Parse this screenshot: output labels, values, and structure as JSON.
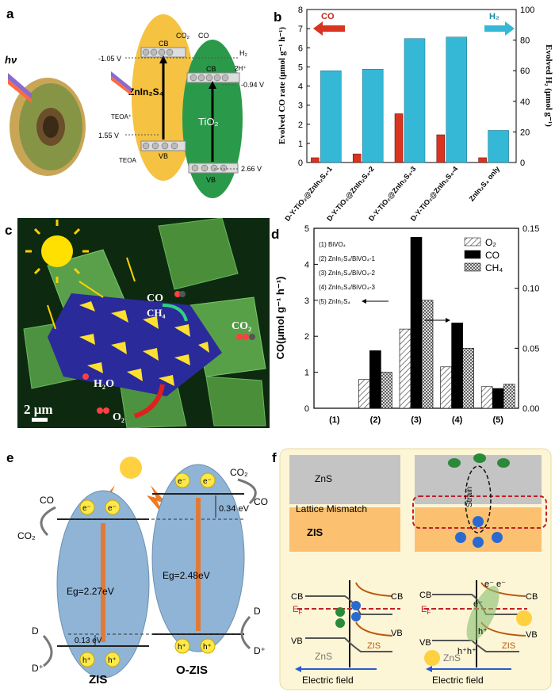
{
  "panels": {
    "a": {
      "label": "a",
      "hv": "hν",
      "v1": "-1.05 V",
      "v2": "1.55 V",
      "v3": "-0.94 V",
      "v4": "2.66 V",
      "co2": "CO₂",
      "co": "CO",
      "h2": "H₂",
      "h2plus": "2H⁺",
      "zis": "ZnIn₂S₄",
      "tio2": "TiO₂",
      "teoa_star": "TEOA⁺",
      "teoa": "TEOA",
      "cb": "CB",
      "vb": "VB"
    },
    "b": {
      "label": "b",
      "ylabel_left": "Evolved CO rate (μmol g⁻¹ h⁻¹)",
      "ylabel_right": "Evolved H₂ (μmol g⁻¹)",
      "arrow_co": "CO",
      "arrow_h2": "H₂"
    },
    "c": {
      "label": "c",
      "co": "CO",
      "ch4": "CH₄",
      "co2": "CO₂",
      "h2o": "H₂O",
      "o2": "O₂",
      "scale": "2 μm"
    },
    "d": {
      "label": "d",
      "ylabel": "CO(μmol g⁻¹ h⁻¹)",
      "items": [
        "(1) BiVO₄",
        "(2) ZnIn₂S₄/BiVO₄-1",
        "(3) ZnIn₂S₄/BiVO₄-2",
        "(4) ZnIn₂S₄/BiVO₄-3",
        "(5) ZnIn₂S₄"
      ]
    },
    "e": {
      "label": "e",
      "co2_left": "CO₂",
      "co_left": "CO",
      "co2_right": "CO₂",
      "co_right": "CO",
      "eg1": "Eg=2.27eV",
      "eg2": "Eg=2.48eV",
      "dv1": "0.34 eV",
      "dv2": "0.13 eV",
      "d_left": "D",
      "dplus_left": "D⁺",
      "d_right": "D",
      "dplus_right": "D⁺",
      "zis": "ZIS",
      "ozis": "O-ZIS",
      "e": "e⁻",
      "h": "h⁺"
    },
    "f": {
      "label": "f",
      "zns_top": "ZnS",
      "mismatch": "Lattice Mismatch",
      "zis_top": "ZIS",
      "strain": "Strain",
      "cb_l1": "CB",
      "cb_l2": "CB",
      "ef_l": "E",
      "ef_sub": "F",
      "vb_l1": "VB",
      "zis_l": "ZIS",
      "vb_l2": "VB",
      "zns_l": "ZnS",
      "efield_l": "Electric field",
      "cb_r1": "CB",
      "cb_r2": "CB",
      "ef_r": "E",
      "vb_r1": "VB",
      "zis_r": "ZIS",
      "vb_r2": "VB",
      "zns_r": "ZnS",
      "efield_r": "Electric field",
      "hh": "h⁺h⁺",
      "ee": "e⁻ e⁻",
      "e1": "e⁻",
      "h1": "h⁺"
    }
  },
  "chart_data": [
    {
      "type": "bar",
      "panel": "b",
      "categories": [
        "D-Y-TiO₂@ZnIn₂S₄-1",
        "D-Y-TiO₂@ZnIn₂S₄-2",
        "D-Y-TiO₂@ZnIn₂S₄-3",
        "D-Y-TiO₂@ZnIn₂S₄-4",
        "ZnIn₂S₄ only"
      ],
      "series": [
        {
          "name": "CO",
          "axis": "left",
          "values": [
            0.25,
            0.45,
            2.55,
            1.45,
            0.25
          ],
          "color": "#d9341f"
        },
        {
          "name": "H₂",
          "axis": "right",
          "values": [
            60,
            61,
            81,
            82,
            21
          ],
          "color": "#35b8d6"
        }
      ],
      "ylim_left": [
        0,
        8
      ],
      "ylim_right": [
        0,
        100
      ],
      "yticks_left": [
        "0",
        "1",
        "2",
        "3",
        "4",
        "5",
        "6",
        "7",
        "8"
      ],
      "yticks_right": [
        "0",
        "20",
        "40",
        "60",
        "80",
        "100"
      ]
    },
    {
      "type": "bar",
      "panel": "d",
      "categories": [
        "(1)",
        "(2)",
        "(3)",
        "(4)",
        "(5)"
      ],
      "series": [
        {
          "name": "O₂",
          "axis": "left",
          "values": [
            0,
            0.8,
            2.2,
            1.15,
            0.6
          ],
          "color": "hatch"
        },
        {
          "name": "CO",
          "axis": "left",
          "values": [
            0,
            1.6,
            4.75,
            2.37,
            0.55
          ],
          "color": "#000000"
        },
        {
          "name": "CH₄",
          "axis": "right",
          "values": [
            0,
            0.03,
            0.09,
            0.05,
            0.02
          ],
          "color": "crosshatch"
        }
      ],
      "ylim_left": [
        0,
        5
      ],
      "ylim_right": [
        0,
        0.15
      ],
      "yticks_left": [
        "0",
        "1",
        "2",
        "3",
        "4",
        "5"
      ],
      "yticks_right": [
        "0.00",
        "0.05",
        "0.10",
        "0.15"
      ]
    }
  ]
}
